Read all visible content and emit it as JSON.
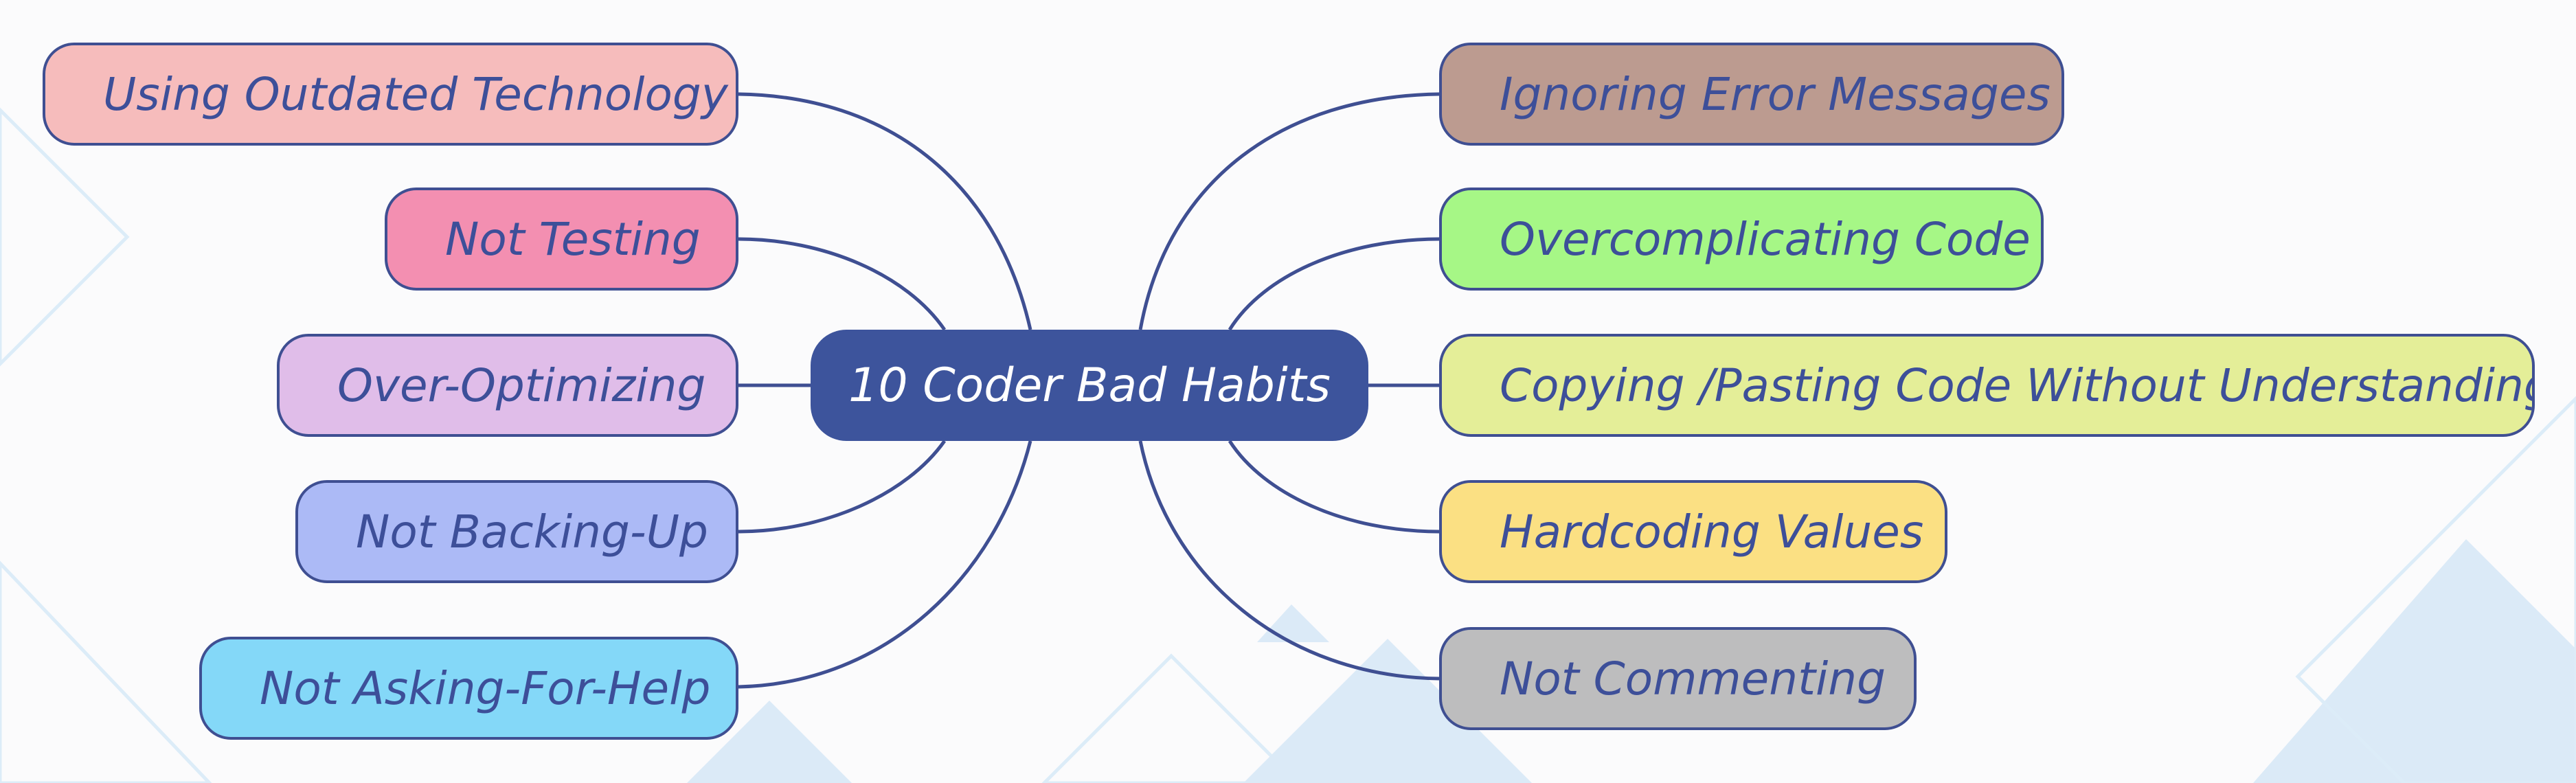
{
  "center": {
    "label": "10 Coder Bad Habits",
    "color": "#3d549c"
  },
  "left_nodes": [
    {
      "label": "Using Outdated Technology",
      "fill": "#f6bcbc"
    },
    {
      "label": "Not Testing",
      "fill": "#f38fb1"
    },
    {
      "label": "Over-Optimizing",
      "fill": "#e0bde9"
    },
    {
      "label": "Not Backing-Up",
      "fill": "#acbaf6"
    },
    {
      "label": "Not Asking-For-Help",
      "fill": "#84d8f8"
    }
  ],
  "right_nodes": [
    {
      "label": "Ignoring Error Messages",
      "fill": "#bc9b90"
    },
    {
      "label": "Overcomplicating Code",
      "fill": "#a6f786"
    },
    {
      "label": "Copying /Pasting Code Without Understanding",
      "fill": "#e4ee98"
    },
    {
      "label": "Hardcoding Values",
      "fill": "#fbe083"
    },
    {
      "label": "Not Commenting",
      "fill": "#bdbdbe"
    }
  ],
  "colors": {
    "connector": "#3f4f92",
    "node_text": "#3d4f99",
    "background": "#fbfbfc",
    "decoration": "#d9ebf8"
  }
}
